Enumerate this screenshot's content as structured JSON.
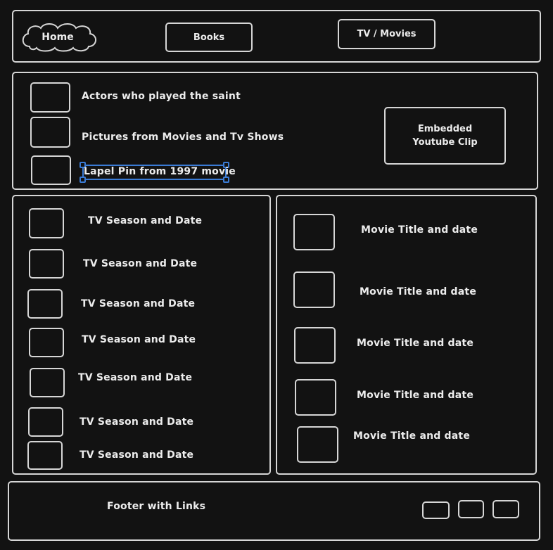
{
  "header": {
    "home_label": "Home",
    "books_label": "Books",
    "tv_movies_label": "TV / Movies"
  },
  "top_section": {
    "items": [
      {
        "label": "Actors who played the saint"
      },
      {
        "label": "Pictures from Movies and Tv Shows"
      },
      {
        "label": "Lapel Pin from 1997 movie"
      }
    ],
    "video_label": "Embedded Youtube Clip"
  },
  "tv_list": {
    "items": [
      {
        "label": "TV Season and Date"
      },
      {
        "label": "TV Season and Date"
      },
      {
        "label": "TV Season and Date"
      },
      {
        "label": "TV Season and Date"
      },
      {
        "label": "TV Season and Date"
      },
      {
        "label": "TV Season and Date"
      },
      {
        "label": "TV Season and Date"
      }
    ]
  },
  "movie_list": {
    "items": [
      {
        "label": "Movie Title and date"
      },
      {
        "label": "Movie Title and date"
      },
      {
        "label": "Movie Title and date"
      },
      {
        "label": "Movie Title and date"
      },
      {
        "label": "Movie Title and date"
      }
    ]
  },
  "footer": {
    "label": "Footer with Links"
  }
}
